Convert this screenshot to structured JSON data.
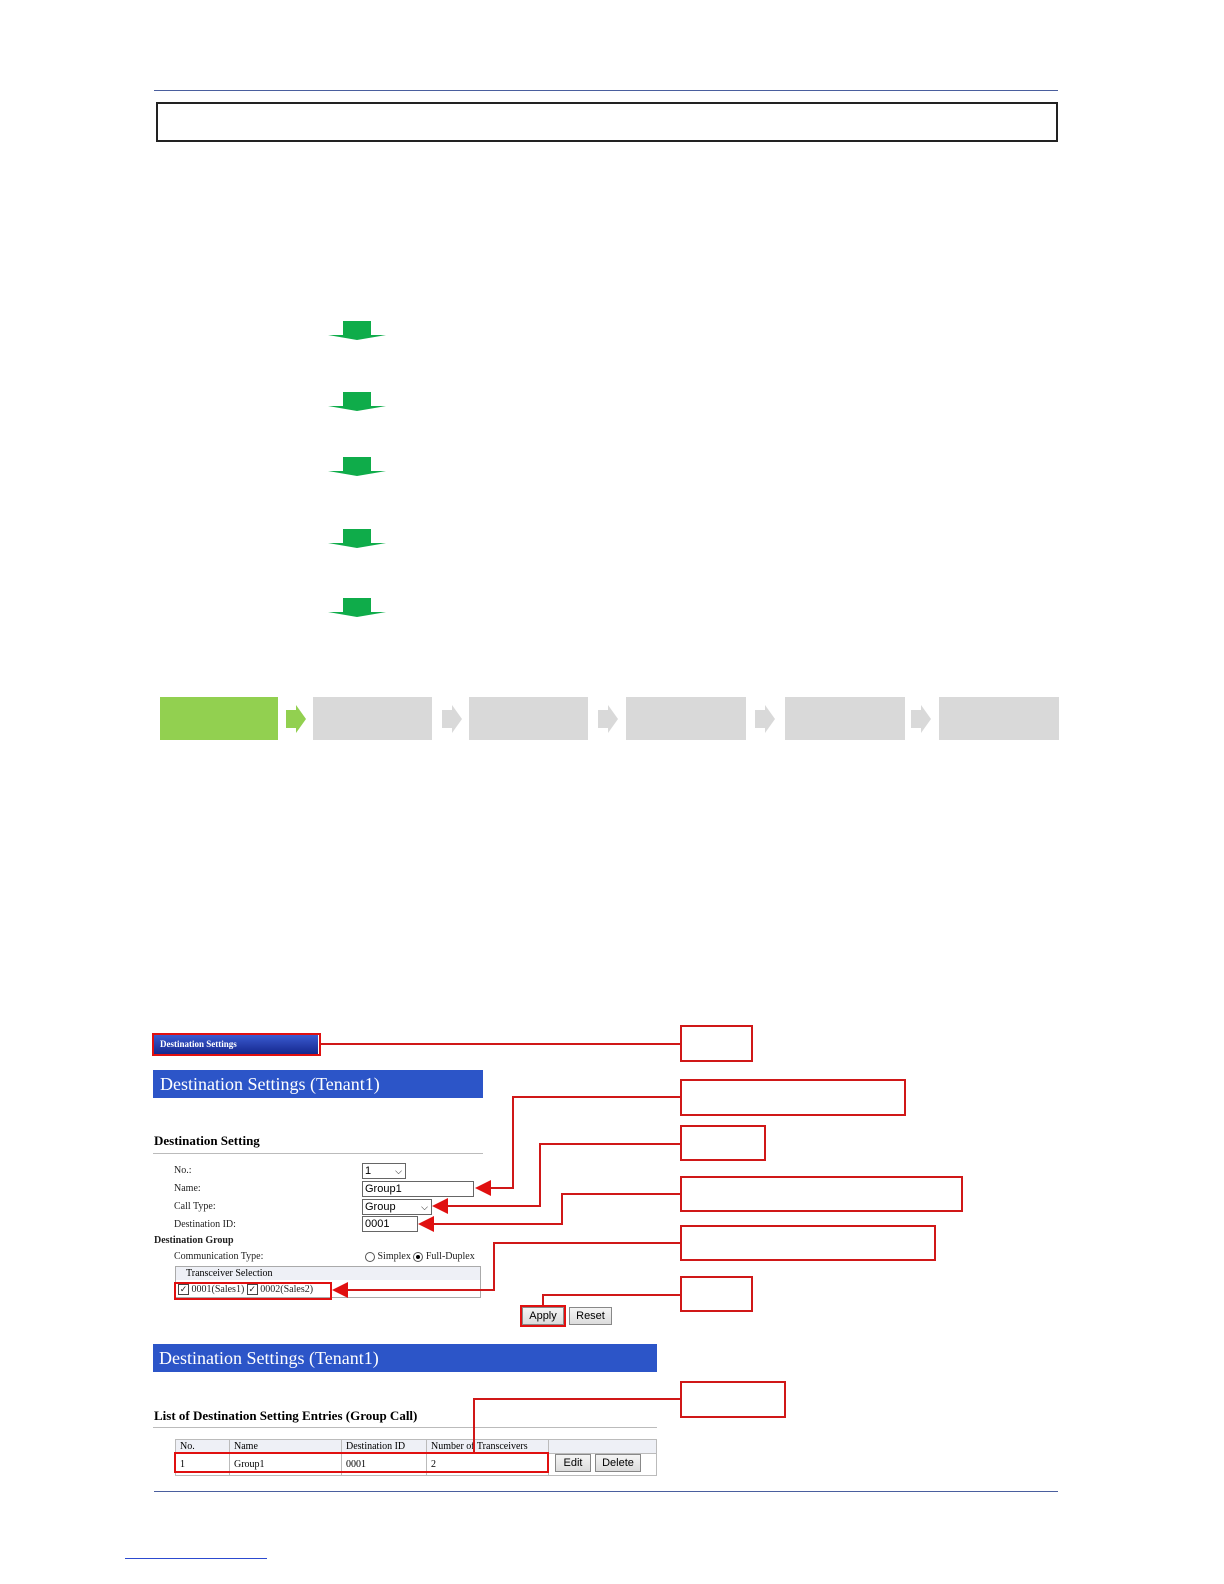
{
  "screenshot": {
    "nav_label": "Destination Settings",
    "panel_title": "Destination Settings (Tenant1)",
    "section_title": "Destination Setting",
    "fields": {
      "no_label": "No.:",
      "no_value": "1",
      "name_label": "Name:",
      "name_value": "Group1",
      "call_type_label": "Call Type:",
      "call_type_value": "Group",
      "dest_id_label": "Destination ID:",
      "dest_id_value": "0001"
    },
    "group_label": "Destination Group",
    "comm_type_label": "Communication Type:",
    "radio_simplex": "Simplex",
    "radio_full_duplex": "Full-Duplex",
    "transceiver_header": "Transceiver Selection",
    "transceiver_1": "0001(Sales1)",
    "transceiver_2": "0002(Sales2)",
    "apply_label": "Apply",
    "reset_label": "Reset",
    "list_title": "List of Destination Setting Entries (Group Call)",
    "table": {
      "headers": [
        "No.",
        "Name",
        "Destination ID",
        "Number of Transceivers"
      ],
      "row": [
        "1",
        "Group1",
        "0001",
        "2"
      ]
    },
    "edit_label": "Edit",
    "delete_label": "Delete"
  }
}
